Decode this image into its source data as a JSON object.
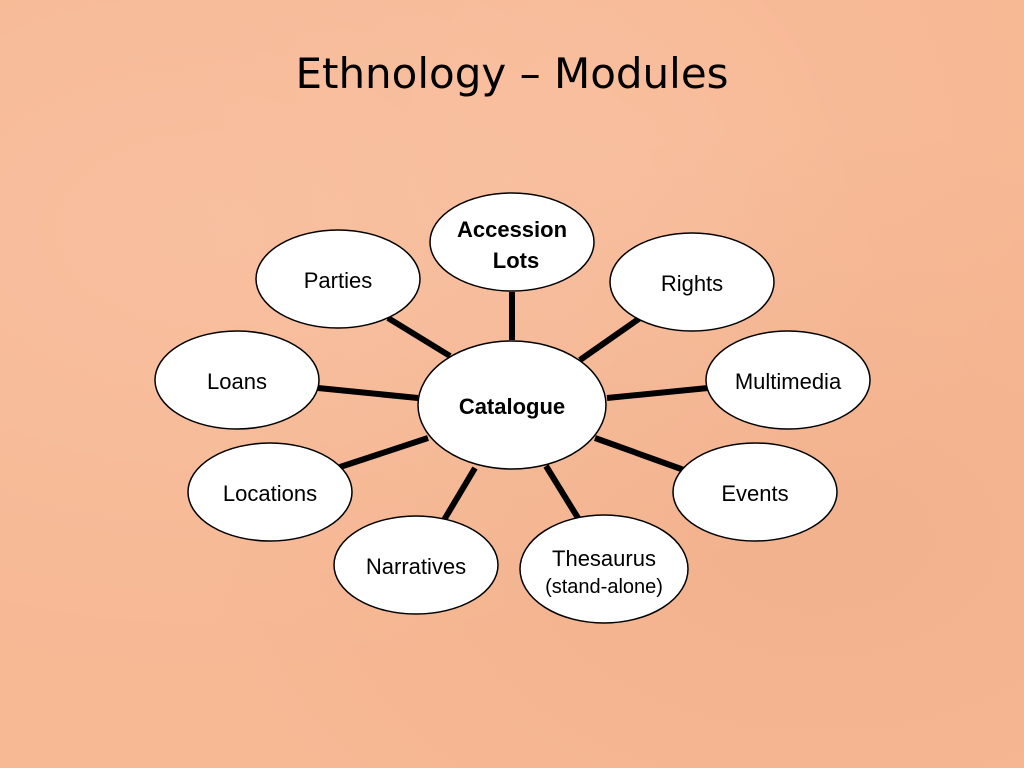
{
  "slide": {
    "title": "Ethnology – Modules"
  },
  "diagram": {
    "center": {
      "label": "Catalogue"
    },
    "nodes": [
      {
        "key": "accession",
        "line1": "Accession",
        "line2": "Lots"
      },
      {
        "key": "rights",
        "line1": "Rights"
      },
      {
        "key": "multimedia",
        "line1": "Multimedia"
      },
      {
        "key": "events",
        "line1": "Events"
      },
      {
        "key": "thesaurus",
        "line1": "Thesaurus",
        "line2": "(stand-alone)"
      },
      {
        "key": "narratives",
        "line1": "Narratives"
      },
      {
        "key": "locations",
        "line1": "Locations"
      },
      {
        "key": "loans",
        "line1": "Loans"
      },
      {
        "key": "parties",
        "line1": "Parties"
      }
    ]
  },
  "colors": {
    "background": "#f7b894",
    "node_fill": "#ffffff",
    "stroke": "#000000"
  }
}
